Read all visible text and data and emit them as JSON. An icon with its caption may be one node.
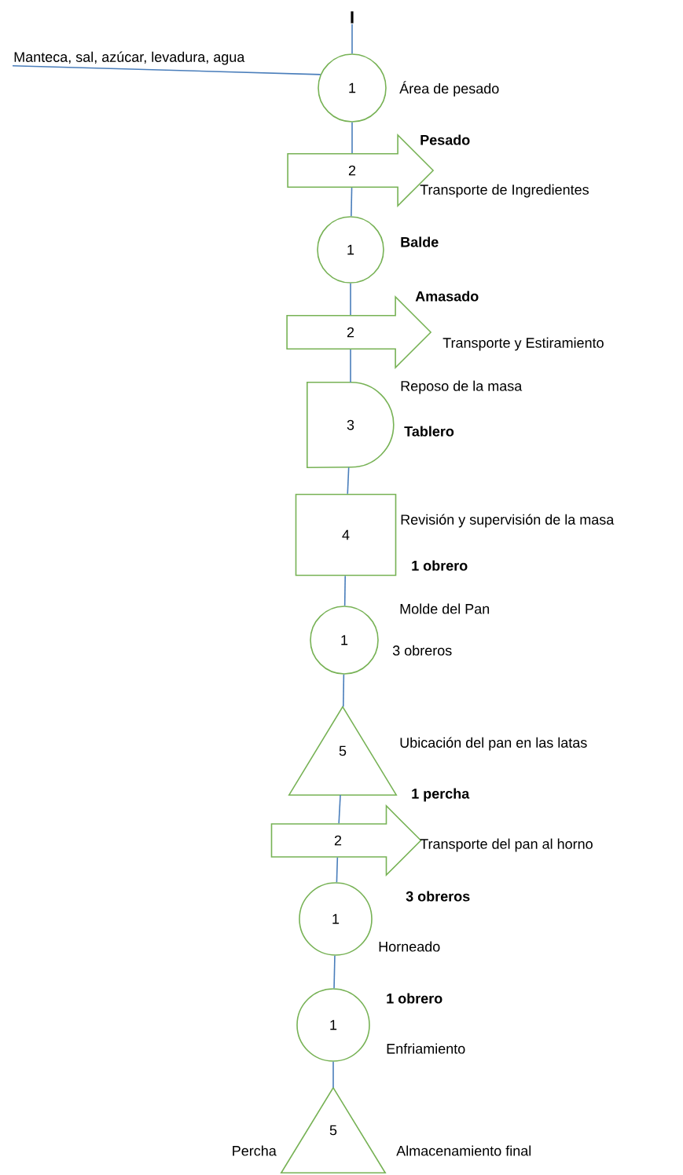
{
  "diagram": {
    "nodes": [
      {
        "text": [
          "I"
        ]
      },
      {
        "text": [
          "Manteca, sal, azúcar, levadura, agua"
        ]
      },
      {
        "text": [
          "1"
        ],
        "beside": [
          "Área de pesado"
        ]
      },
      {
        "text": [
          "2"
        ],
        "beside": [
          "Pesado",
          "Transporte de Ingredientes"
        ]
      },
      {
        "text": [
          "1"
        ],
        "beside": [
          "Balde"
        ]
      },
      {
        "text": [
          "2"
        ],
        "beside": [
          "Amasado",
          "Transporte y Estiramiento"
        ]
      },
      {
        "text": [
          "3"
        ],
        "beside": [
          "Reposo de la masa",
          "Tablero"
        ]
      },
      {
        "text": [
          "4"
        ],
        "beside": [
          "Revisión y supervisión de la masa",
          "1 obrero"
        ]
      },
      {
        "text": [
          "1"
        ],
        "beside": [
          "Molde del Pan",
          "3 obreros"
        ]
      },
      {
        "text": [
          "5"
        ],
        "beside": [
          "Ubicación del pan en las latas"
        ]
      },
      {
        "text": [
          "2"
        ],
        "beside": [
          "Transporte del pan al horno"
        ]
      },
      {
        "text": [
          "1"
        ],
        "beside": [
          "Horneado"
        ]
      },
      {
        "text": [
          "1"
        ],
        "beside": [
          "1 obrero",
          "Enfriamiento"
        ]
      },
      {
        "text": [
          "5"
        ],
        "beside": [
          "Percha",
          "Almacenamiento final"
        ]
      }
    ],
    "edges": [
      {
        "from": 0,
        "to": 2,
        "arrow": "none"
      },
      {
        "from": 1,
        "to": 2,
        "arrow": "none"
      },
      {
        "from": 2,
        "to": 3,
        "arrow": "none"
      },
      {
        "from": 3,
        "to": 4,
        "arrow": "none"
      },
      {
        "from": 4,
        "to": 5,
        "arrow": "none"
      },
      {
        "from": 5,
        "to": 6,
        "arrow": "none"
      },
      {
        "from": 6,
        "to": 7,
        "arrow": "none"
      },
      {
        "from": 7,
        "to": 8,
        "arrow": "none"
      },
      {
        "from": 8,
        "to": 9,
        "arrow": "none"
      },
      {
        "from": 9,
        "to": 10,
        "arrow": "none"
      },
      {
        "from": 10,
        "to": 11,
        "arrow": "none"
      },
      {
        "from": 11,
        "to": 12,
        "arrow": "none"
      },
      {
        "from": 12,
        "to": 13,
        "arrow": "none"
      }
    ],
    "labels": [
      "1 percha",
      "3 obreros"
    ]
  }
}
